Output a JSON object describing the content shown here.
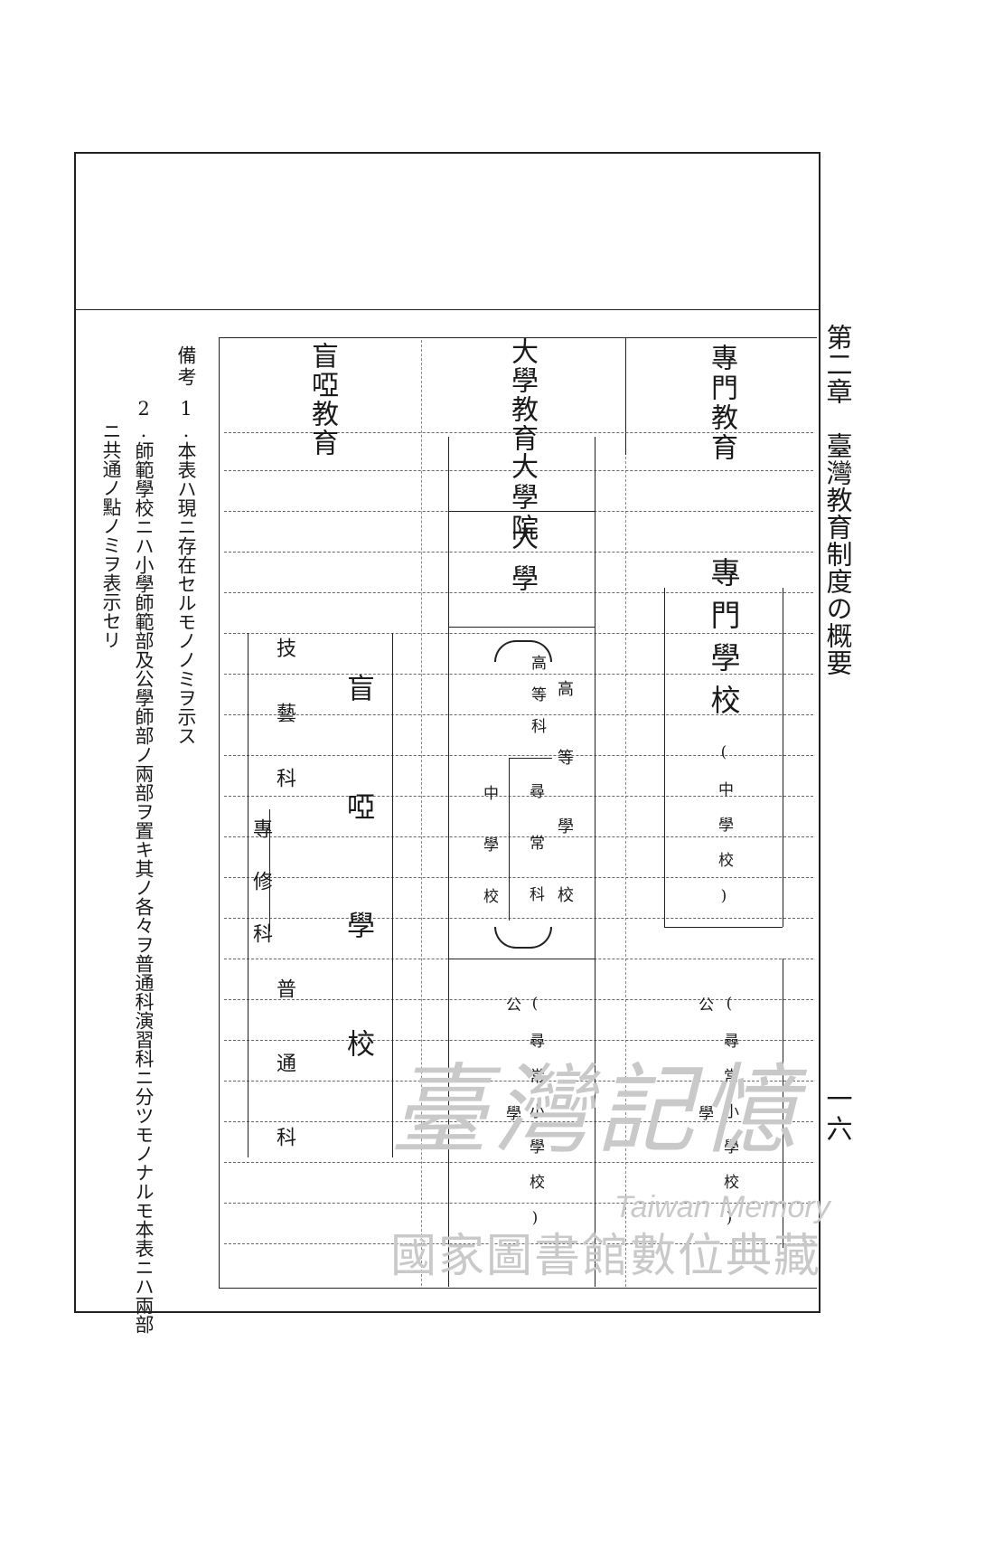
{
  "running_head": "第二章　臺灣教育制度の概要",
  "page_number": "一六",
  "columns": {
    "senmon": {
      "heading": "專門教育",
      "school": "專門學校",
      "prereq1": "(中學校)",
      "prereq2_side": "公",
      "prereq2": "(尋常小學校)",
      "prereq2_side2": "學"
    },
    "daigaku": {
      "heading": "大學教育",
      "sub1": "大學院",
      "sub2": "大學",
      "koto": "高等學校",
      "koto_sub": "高等科",
      "jinjo": "尋常科",
      "chugaku": "中學校",
      "prereq_side": "公",
      "prereq": "(尋常小學校)",
      "prereq_side2": "學"
    },
    "moua": {
      "heading": "盲啞教育",
      "school": "盲啞學校",
      "gigei": "技藝科",
      "senshu": "專修科",
      "futsu": "普通科"
    }
  },
  "notes": {
    "label": "備考",
    "note1": "1.本表ハ現ニ存在セルモノノミヲ示ス",
    "note2_line1": "2.師範學校ニハ小學師範部及公學師部ノ兩部ヲ置キ其ノ各々ヲ普通科演習科ニ分ツモノナルモ本表ニハ兩部",
    "note2_line2": "ニ共通ノ點ノミヲ表示セリ"
  },
  "watermark": {
    "script": "臺灣記憶",
    "latin": "Taiwan Memory",
    "archive": "國家圖書館數位典藏"
  }
}
